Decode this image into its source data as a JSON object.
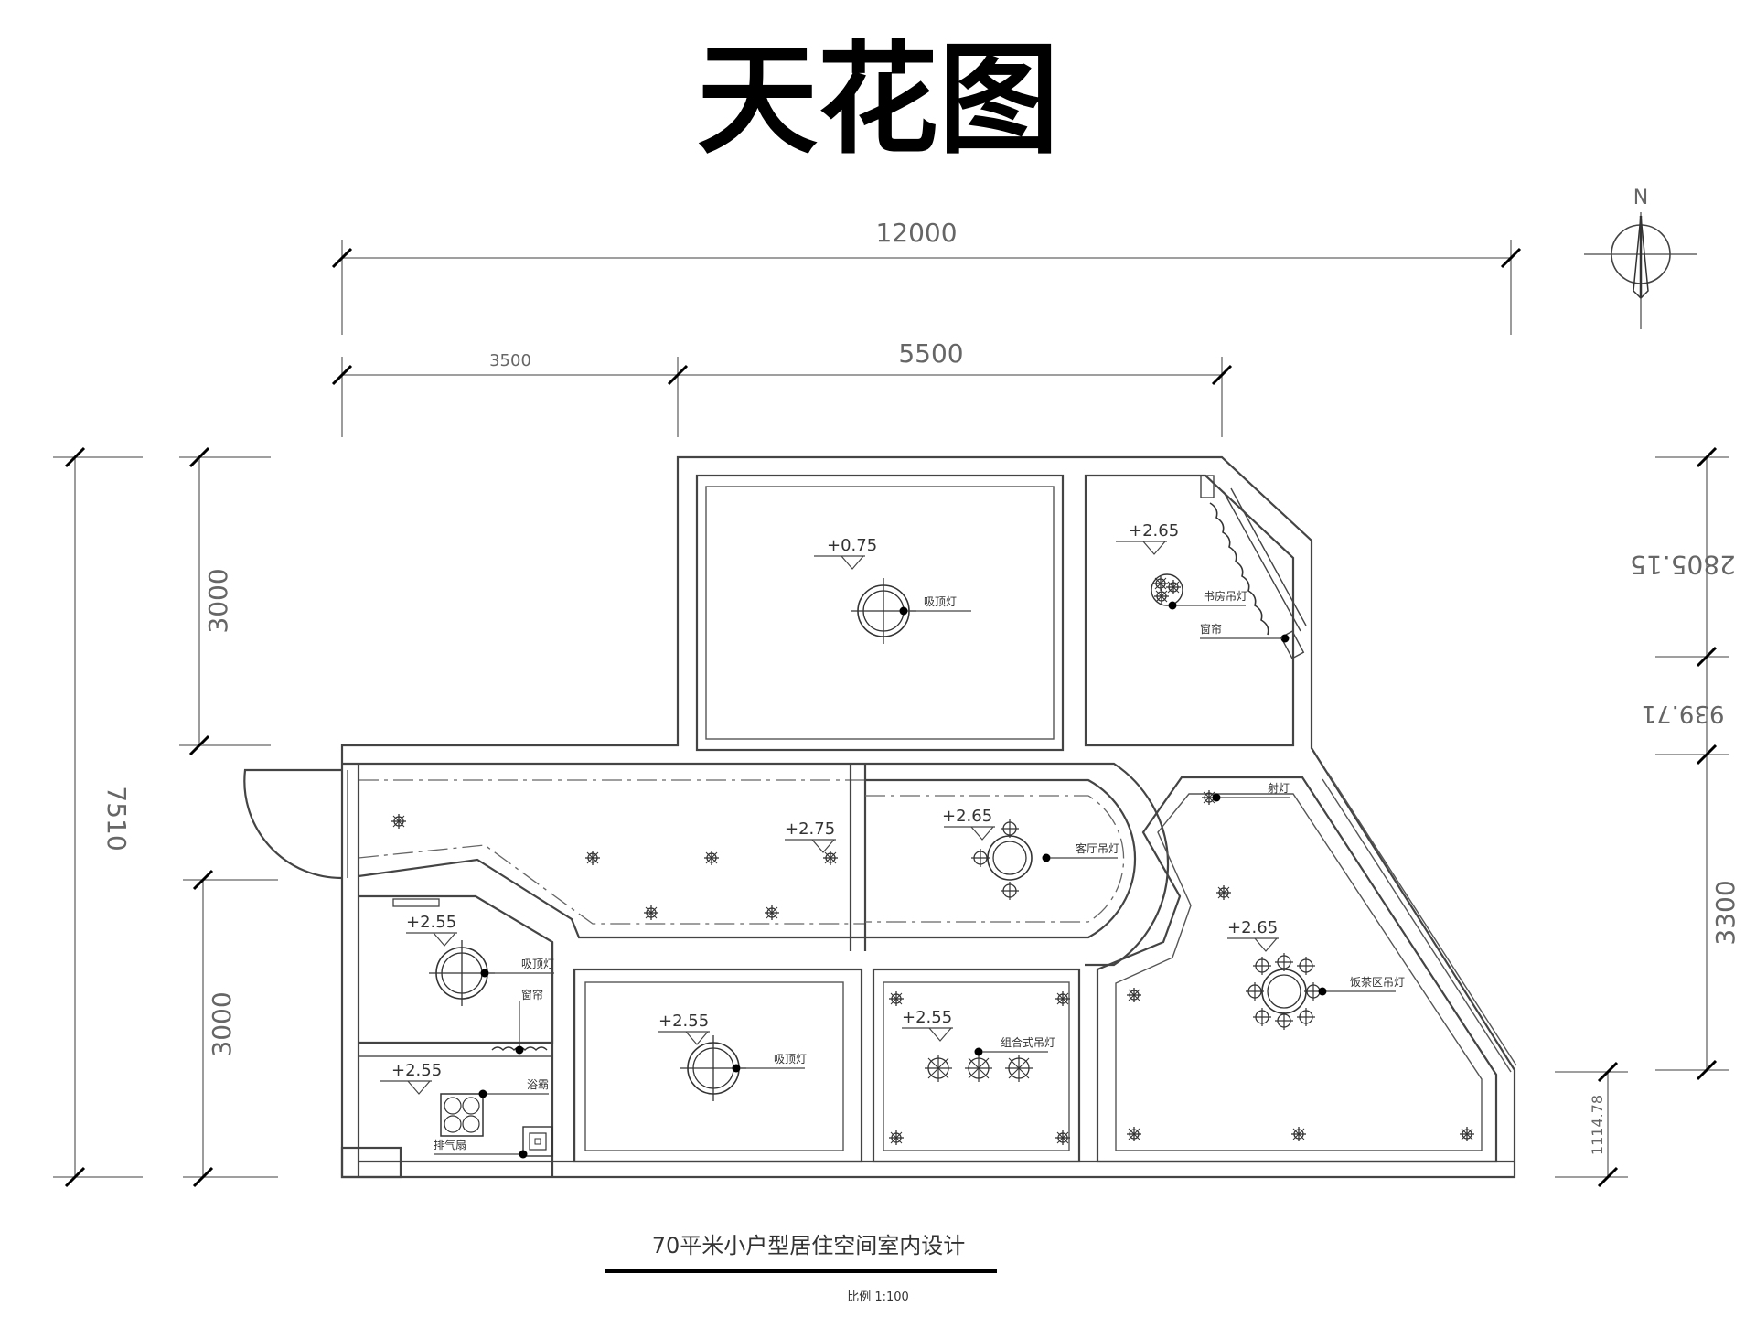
{
  "title": "天花图",
  "north": "N",
  "dimensions": {
    "top_total": "12000",
    "top_left": "3500",
    "top_mid": "5500",
    "left_total": "7510",
    "left_upper": "3000",
    "left_lower": "3000",
    "right_upper": "2805.15",
    "right_mid": "939.71",
    "right_lower": "3300",
    "right_bottom": "1114.78"
  },
  "elevations": {
    "top_room": "+0.75",
    "study": "+2.65",
    "corridor": "+2.75",
    "living": "+2.65",
    "dining": "+2.65",
    "kitchen": "+2.55",
    "bath": "+2.55",
    "bedroom": "+2.55",
    "mid_room": "+2.55"
  },
  "labels": {
    "top_room_light": "吸顶灯",
    "study_light": "书房吊灯",
    "curtain": "窗帘",
    "spot": "射灯",
    "living_light": "客厅吊灯",
    "dining_light": "饭茶区吊灯",
    "kitchen_light": "吸顶灯",
    "kitchen_curtain": "窗帘",
    "bath_heater": "浴霸",
    "exhaust_fan": "排气扇",
    "bedroom_light": "吸顶灯",
    "combo_light": "组合式吊灯"
  },
  "footer": {
    "project": "70平米小户型居住空间室内设计",
    "scale": "比例 1:100"
  }
}
